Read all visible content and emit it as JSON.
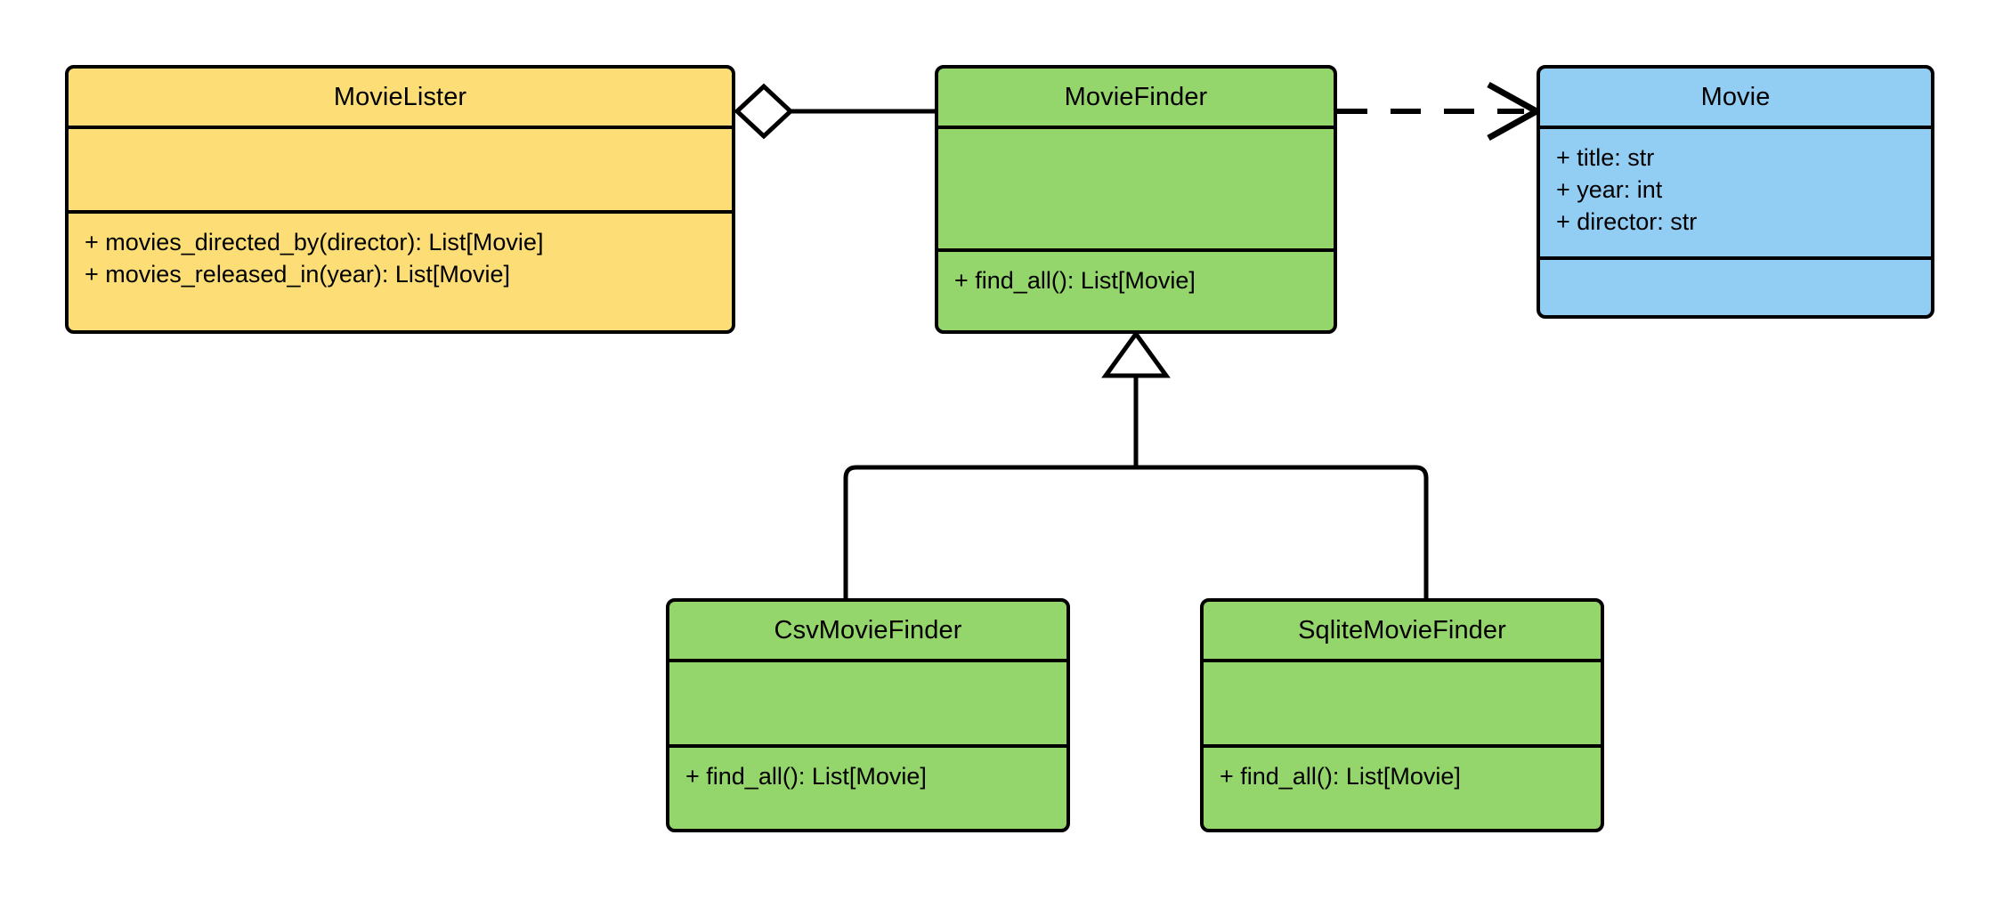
{
  "diagram": {
    "kind": "uml-class-diagram",
    "background": "#ffffff",
    "stroke": "#000000",
    "colors": {
      "client": "#FDDE76",
      "finder": "#94D56C",
      "entity": "#92CDF3",
      "line": "#000000"
    }
  },
  "classes": {
    "movie_lister": {
      "name": "MovieLister",
      "fill": "#FDDE76",
      "attributes": [],
      "methods": [
        "+ movies_directed_by(director): List[Movie]",
        "+ movies_released_in(year): List[Movie]"
      ]
    },
    "movie_finder": {
      "name": "MovieFinder",
      "fill": "#94D56C",
      "attributes": [],
      "methods": [
        "+ find_all(): List[Movie]"
      ]
    },
    "movie": {
      "name": "Movie",
      "fill": "#92CDF3",
      "attributes": [
        "+ title: str",
        "+ year: int",
        "+ director: str"
      ],
      "methods": []
    },
    "csv_movie_finder": {
      "name": "CsvMovieFinder",
      "fill": "#94D56C",
      "attributes": [],
      "methods": [
        "+ find_all(): List[Movie]"
      ]
    },
    "sqlite_movie_finder": {
      "name": "SqliteMovieFinder",
      "fill": "#94D56C",
      "attributes": [],
      "methods": [
        "+ find_all(): List[Movie]"
      ]
    }
  },
  "relationships": [
    {
      "id": "aggregation-lister-finder",
      "type": "aggregation",
      "from": "MovieLister",
      "to": "MovieFinder",
      "marker": "hollow-diamond"
    },
    {
      "id": "dependency-finder-movie",
      "type": "dependency",
      "from": "MovieFinder",
      "to": "Movie",
      "marker": "open-arrow",
      "line": "dashed"
    },
    {
      "id": "generalization-csv-finder",
      "type": "generalization",
      "from": "CsvMovieFinder",
      "to": "MovieFinder",
      "marker": "hollow-triangle"
    },
    {
      "id": "generalization-sqlite-finder",
      "type": "generalization",
      "from": "SqliteMovieFinder",
      "to": "MovieFinder",
      "marker": "hollow-triangle"
    }
  ]
}
